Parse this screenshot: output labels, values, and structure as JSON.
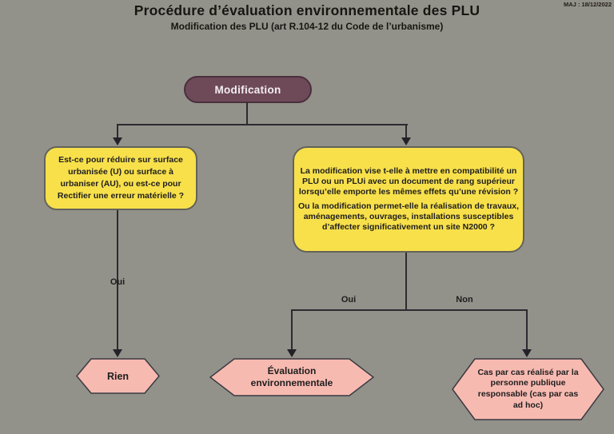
{
  "header": {
    "title": "Procédure d’évaluation environnementale des PLU",
    "subtitle": "Modification des PLU (art R.104-12 du Code de l’urbanisme)",
    "updated_label": "MAJ : 18/12/2022"
  },
  "flowchart": {
    "root_label": "Modification",
    "question_left": "Est-ce pour réduire sur surface urbanisée (U) ou surface à urbaniser (AU), ou est-ce pour Rectifier une erreur matérielle ?",
    "question_right_part1": "La modification vise t-elle à mettre en compatibilité un PLU ou un PLUi avec un document de rang supérieur lorsqu’elle emporte les mêmes effets qu’une révision ?",
    "question_right_part2": "Ou la modification permet-elle la réalisation de travaux, aménagements, ouvrages, installations susceptibles d’affecter significativement un site N2000 ?",
    "branch_labels": {
      "left_yes": "Oui",
      "right_yes": "Oui",
      "right_no": "Non"
    },
    "outcomes": {
      "none": "Rien",
      "evaluation": "Évaluation environnementale",
      "case_by_case": "Cas par cas réalisé par la personne publique responsable (cas par cas ad hoc)"
    },
    "colors": {
      "background": "#92928a",
      "root_fill": "#6e4a59",
      "question_fill": "#f8e04b",
      "outcome_fill": "#f7bab1",
      "connector": "#2b2b31"
    }
  }
}
